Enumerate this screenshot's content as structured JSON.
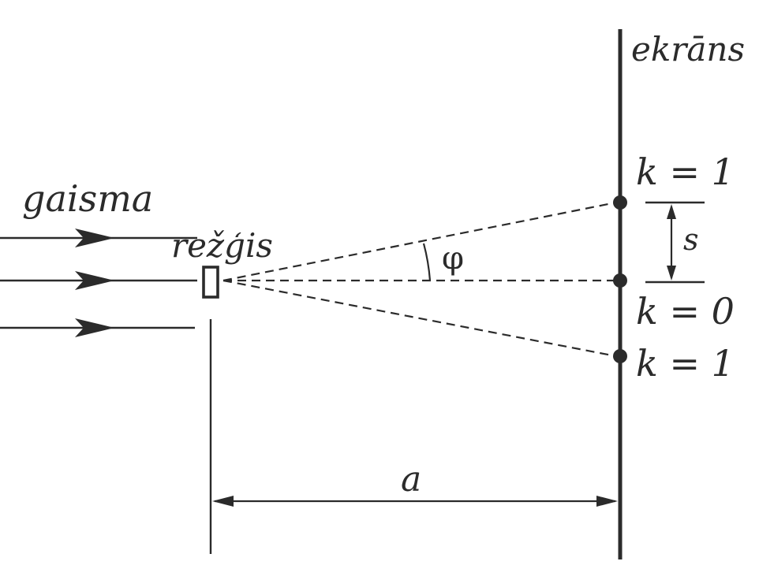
{
  "labels": {
    "light": "gaisma",
    "grating": "režģis",
    "screen": "ekrāns",
    "angle": "φ",
    "spacing": "s",
    "distance": "a"
  },
  "orders": {
    "top": "k = 1",
    "center": "k = 0",
    "bottom": "k = 1"
  }
}
